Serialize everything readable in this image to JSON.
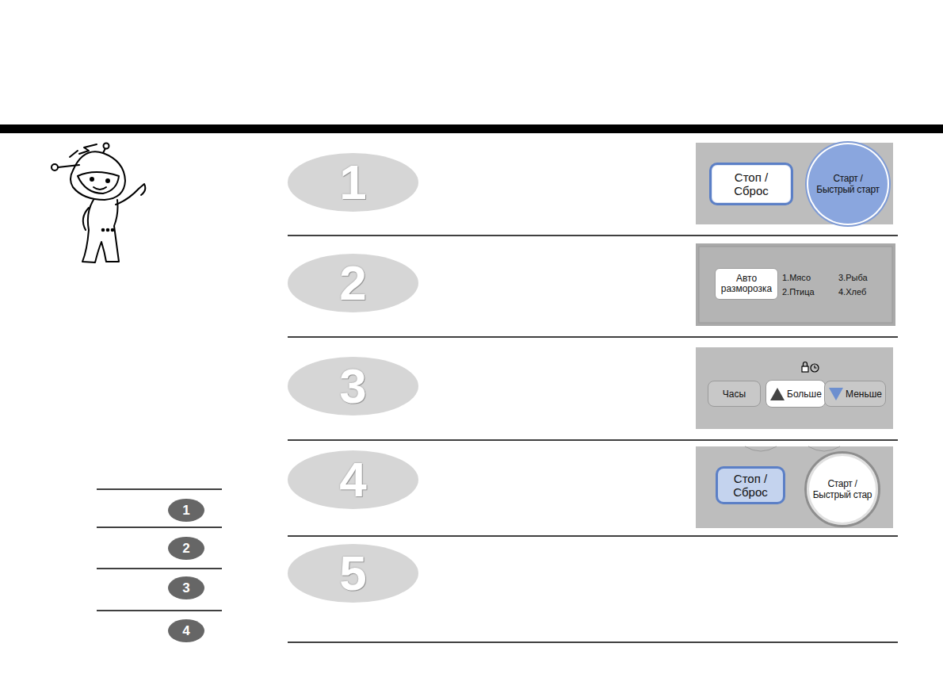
{
  "diagram": {
    "nodes": [
      {
        "text": [
          "1"
        ]
      },
      {
        "text": [
          "Стоп / Сброс"
        ]
      },
      {
        "text": [
          "Старт / Быстрый старт"
        ]
      },
      {
        "text": [
          "2"
        ]
      },
      {
        "text": [
          "Авто разморозка"
        ]
      },
      {
        "text": [
          "3"
        ]
      },
      {
        "text": [
          "Часы"
        ]
      },
      {
        "text": [
          "Больше"
        ]
      },
      {
        "text": [
          "Меньше"
        ]
      },
      {
        "text": [
          "4"
        ]
      },
      {
        "text": [
          "Стоп / Сброс"
        ]
      },
      {
        "text": [
          "Старт / Быстрый стар"
        ]
      },
      {
        "text": [
          "5"
        ]
      },
      {
        "text": [
          "1"
        ]
      },
      {
        "text": [
          "2"
        ]
      },
      {
        "text": [
          "3"
        ]
      },
      {
        "text": [
          "4"
        ]
      }
    ],
    "labels": [
      "1.Мясо",
      "3.Рыба",
      "2.Птица",
      "4.Хлеб"
    ]
  }
}
